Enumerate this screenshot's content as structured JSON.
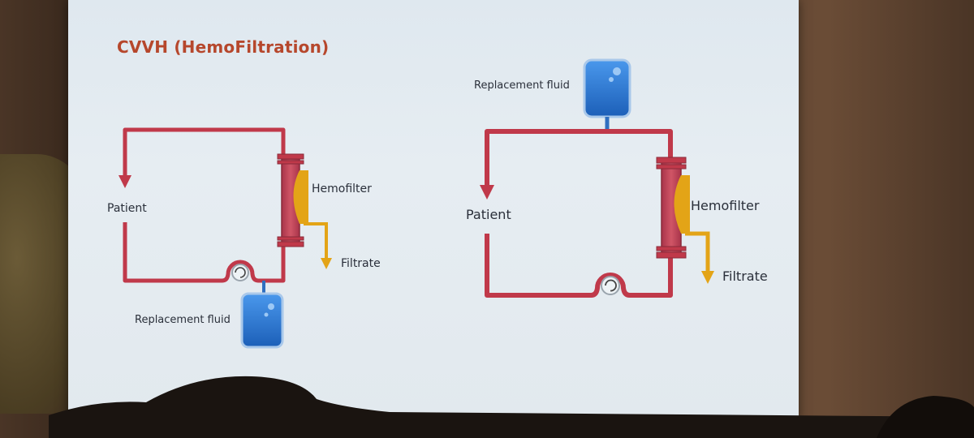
{
  "slide": {
    "title": "CVVH (HemoFiltration)"
  },
  "left_diagram": {
    "patient_label": "Patient",
    "hemofilter_label": "Hemofilter",
    "filtrate_label": "Filtrate",
    "replacement_label": "Replacement fluid"
  },
  "right_diagram": {
    "patient_label": "Patient",
    "hemofilter_label": "Hemofilter",
    "filtrate_label": "Filtrate",
    "replacement_label": "Replacement fluid"
  },
  "colors": {
    "blood_line": "#c0394a",
    "filtrate_line": "#e3a417",
    "fluid_bag": "#2f7ed8",
    "title": "#b6472c"
  }
}
